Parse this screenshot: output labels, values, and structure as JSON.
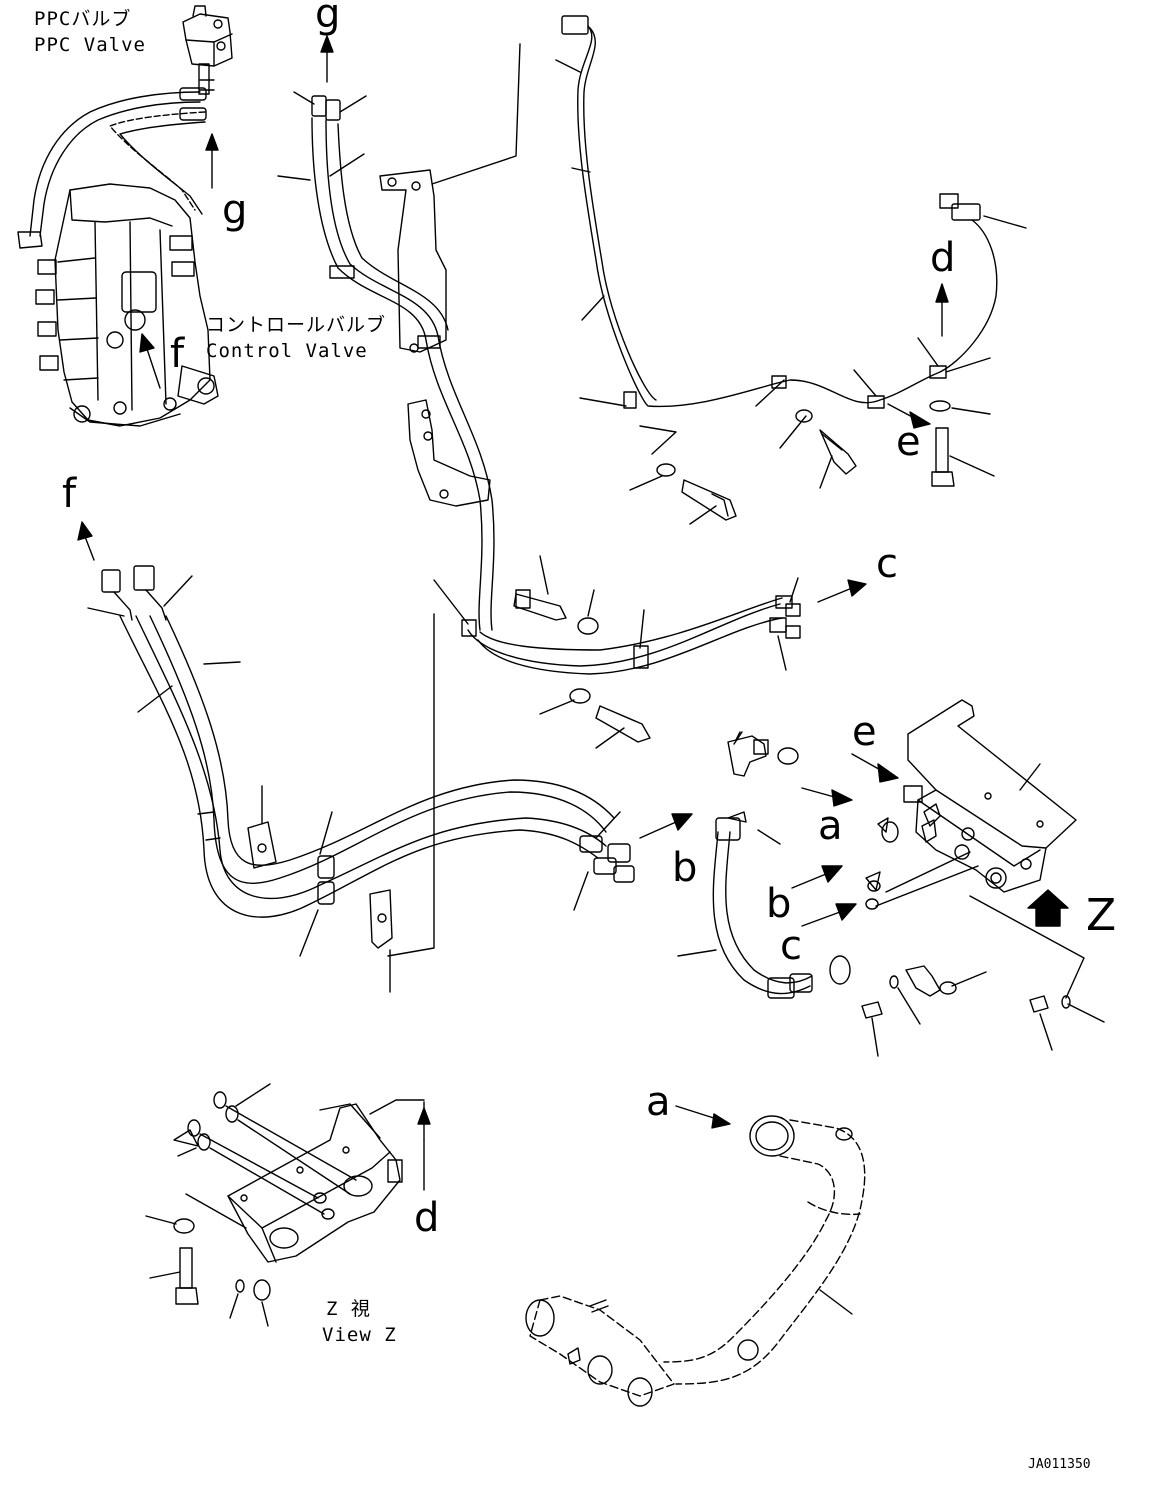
{
  "labels": {
    "ppc_valve_jp": "PPCバルブ",
    "ppc_valve_en": "PPC Valve",
    "control_valve_jp": "コントロールバルブ",
    "control_valve_en": "Control Valve",
    "view_z_jp": "Z  視",
    "view_z_en": "View Z",
    "drawing_code": "JA011350"
  },
  "callouts": {
    "g_top": "g",
    "g_left": "g",
    "f_top": "f",
    "f_left": "f",
    "d_right": "d",
    "d_bottom": "d",
    "e_right": "e",
    "e_mid": "e",
    "c_right": "c",
    "c_mid": "c",
    "b_mid": "b",
    "b_right": "b",
    "a_mid": "a",
    "a_bottom": "a",
    "z": "Z"
  }
}
